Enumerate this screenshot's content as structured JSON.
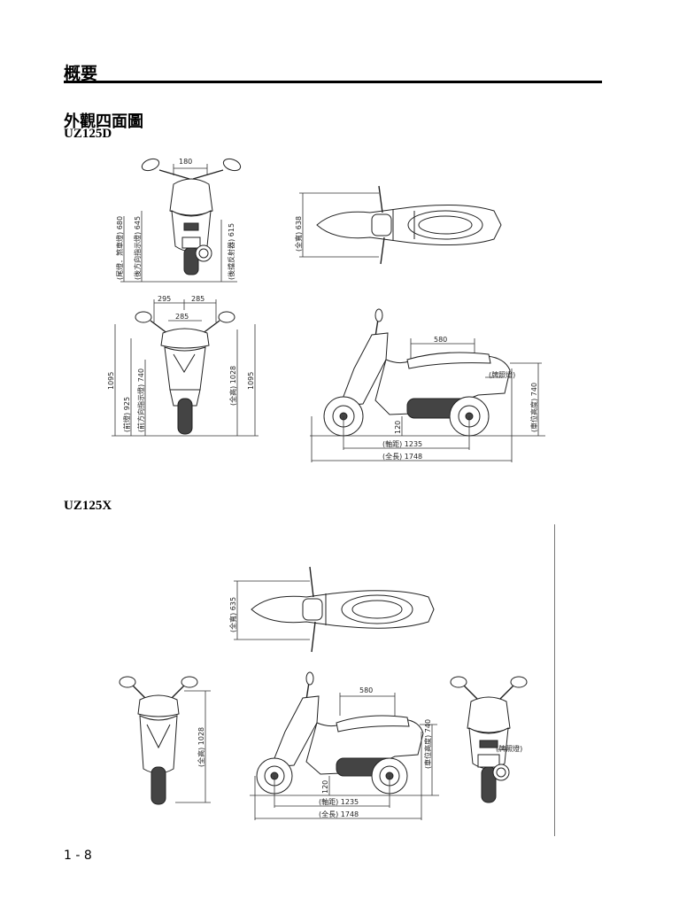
{
  "header": {
    "section_title": "概要",
    "subheading": "外觀四面圖"
  },
  "footer": {
    "page_number": "1 - 8"
  },
  "models": [
    {
      "name": "UZ125D",
      "labels": {
        "rear_top_width": "180",
        "rear_tail_height": "(尾燈．煞車燈) 680",
        "rear_signal_height": "(後方向指示燈) 645",
        "rear_reflector_height": "(後擋反射器) 615",
        "top_width": "(全寬) 638",
        "front_mirror_left": "295",
        "front_mirror_right": "285",
        "front_mirror_mid": "285",
        "front_total_left": "1095",
        "front_headlight_height": "(前燈) 925",
        "front_signal_height": "(前方向指示燈) 740",
        "front_overall_height": "(全高) 1028",
        "front_total_right": "1095",
        "side_seat_length": "580",
        "side_plate_light": "(牌照燈)",
        "side_plate_height": "(車位高度) 740",
        "side_ground_clearance": "120",
        "side_wheelbase": "(軸距) 1235",
        "side_overall_length": "(全長) 1748"
      }
    },
    {
      "name": "UZ125X",
      "labels": {
        "top_width": "(全寬) 635",
        "front_overall_height": "(全高) 1028",
        "side_seat_length": "580",
        "side_plate_height": "(車位高度) 740",
        "side_ground_clearance": "120",
        "side_wheelbase": "(軸距) 1235",
        "side_overall_length": "(全長) 1748",
        "rear_plate_light": "(牌照燈)"
      }
    }
  ]
}
